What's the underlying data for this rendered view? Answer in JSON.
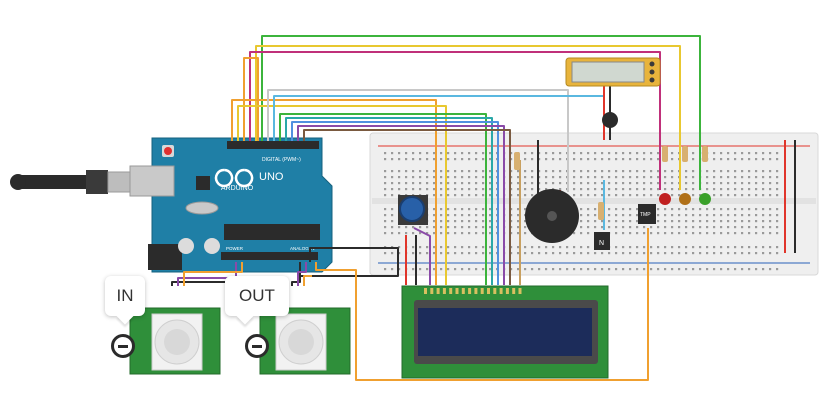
{
  "arduino": {
    "brand": "ARDUINO",
    "model": "UNO",
    "digital_label": "DIGITAL (PWM~)",
    "analog_label": "ANALOG IN",
    "power_label": "POWER"
  },
  "sensor_tags": [
    {
      "label": "IN"
    },
    {
      "label": "OUT"
    }
  ],
  "sensor_buttons": [
    {
      "icon": "minus-icon"
    },
    {
      "icon": "minus-icon"
    }
  ],
  "components": {
    "temp_sensor_label": "TMP",
    "transistor_label": "N"
  },
  "colors": {
    "wire_red": "#e0352b",
    "wire_orange": "#f0a030",
    "wire_yellow": "#e8c830",
    "wire_green": "#3cb43c",
    "wire_teal": "#2aa8a8",
    "wire_blue": "#5090e0",
    "wire_purple": "#8a4aa8",
    "wire_magenta": "#c0307a",
    "wire_gray": "#c8c8c8",
    "board_teal": "#1f7fa6",
    "breadboard": "#efefef",
    "lcd_green": "#2f8f3a"
  }
}
